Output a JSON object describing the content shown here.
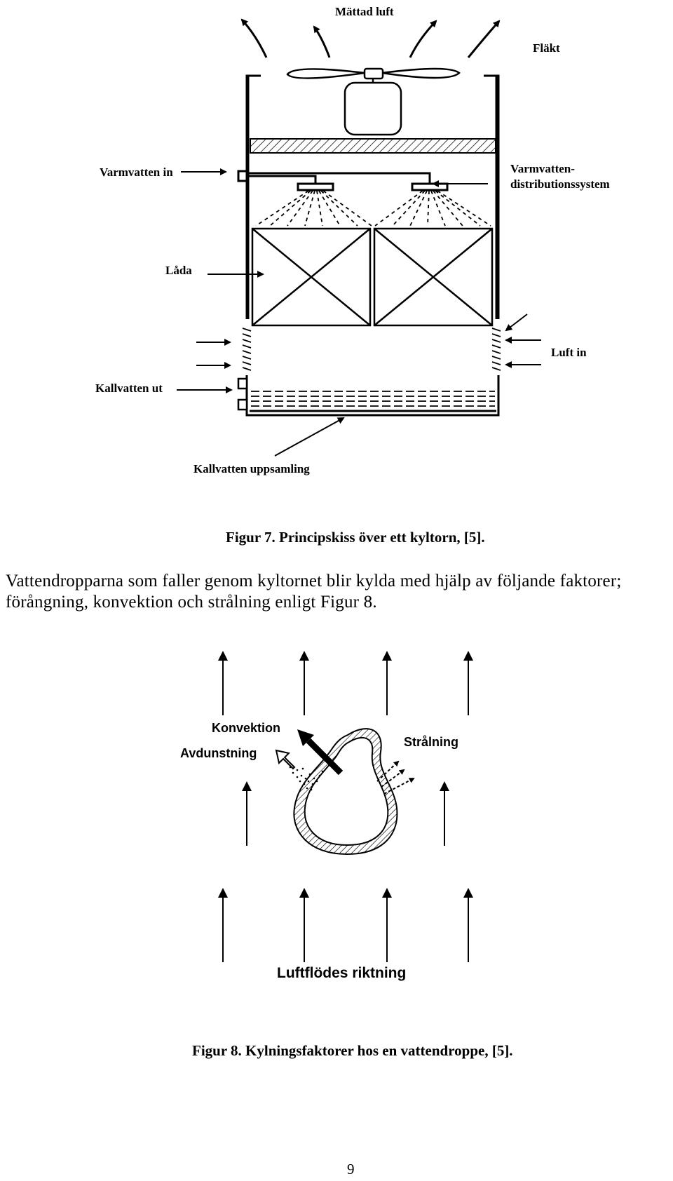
{
  "figure7": {
    "labels": {
      "mattad_luft": "Mättad luft",
      "flakt": "Fläkt",
      "varmvatten_in": "Varmvatten in",
      "varmvatten_dist_1": "Varmvatten-",
      "varmvatten_dist_2": "distributionssystem",
      "lada": "Låda",
      "luft_in": "Luft in",
      "kallvatten_ut": "Kallvatten ut",
      "kallvatten_uppsamling": "Kallvatten uppsamling"
    },
    "caption": "Figur 7. Principskiss över ett kyltorn, [5]."
  },
  "body": {
    "paragraph": "Vattendropparna som faller genom kyltornet blir kylda med hjälp av följande faktorer; förångning, konvektion och strålning enligt Figur 8."
  },
  "figure8": {
    "labels": {
      "konvektion": "Konvektion",
      "avdunstning": "Avdunstning",
      "stralning": "Strålning",
      "luftflodes": "Luftflödes riktning"
    },
    "caption": "Figur 8. Kylningsfaktorer hos en vattendroppe, [5]."
  },
  "page_number": "9"
}
